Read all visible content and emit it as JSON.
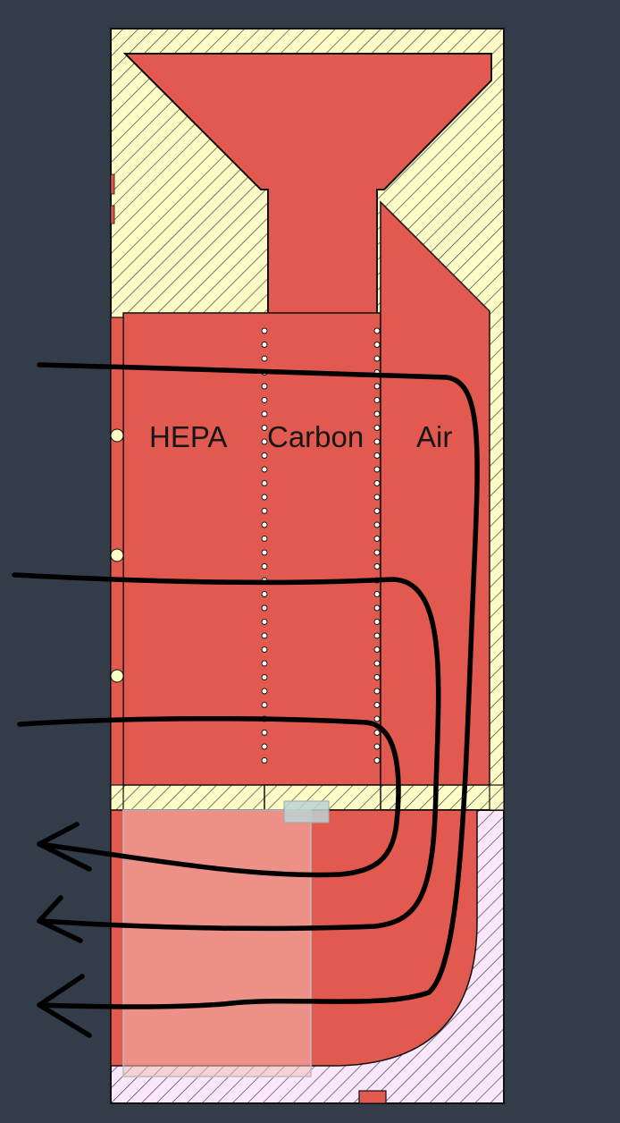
{
  "labels": {
    "hepa": "HEPA",
    "carbon": "Carbon",
    "air": "Air"
  },
  "colors": {
    "background": "#323d49",
    "chamber_fill": "#e25a4f",
    "wall_hatch_bg": "#fdfbc6",
    "base_hatch_bg": "#fbe7fb",
    "hatch_line": "#3a3a3a",
    "outline": "#111111",
    "flow_line": "#000000",
    "overlay": "#f5c0b8"
  },
  "icons": {
    "flow_arrow": "arrow-left-icon"
  }
}
